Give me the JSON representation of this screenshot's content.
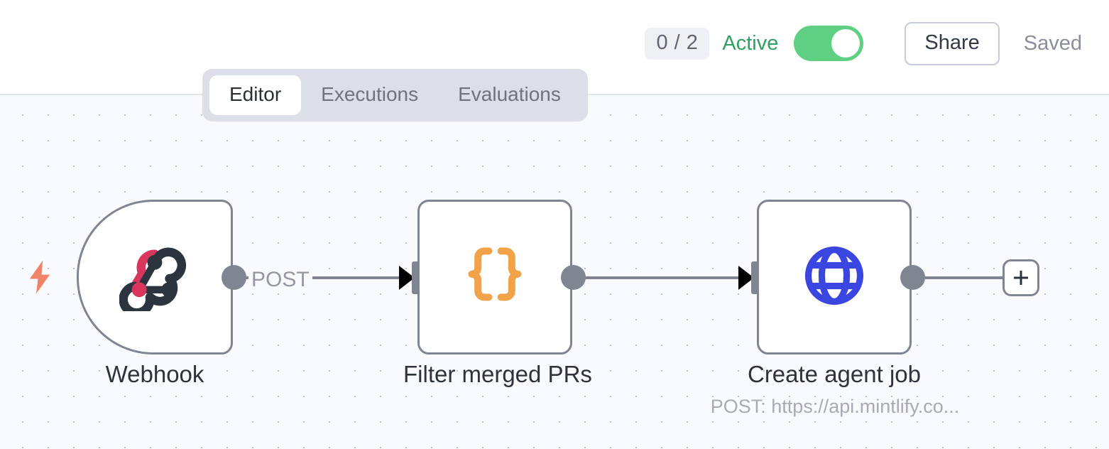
{
  "header": {
    "execution_count": "0 / 2",
    "active_label": "Active",
    "toggle_state": "on",
    "share_label": "Share",
    "saved_label": "Saved",
    "active_color": "#2fa05f",
    "toggle_color": "#5fd083"
  },
  "tabs": [
    {
      "label": "Editor",
      "active": true
    },
    {
      "label": "Executions",
      "active": false
    },
    {
      "label": "Evaluations",
      "active": false
    }
  ],
  "canvas": {
    "background": "#f8fafd",
    "dot_color": "#c3c7d1"
  },
  "nodes": [
    {
      "id": "webhook",
      "label": "Webhook",
      "sublabel": "",
      "icon": "webhook-icon",
      "type": "trigger",
      "icon_colors": {
        "primary": "#d9365e",
        "secondary": "#2c3440"
      }
    },
    {
      "id": "filter",
      "label": "Filter merged PRs",
      "sublabel": "",
      "icon": "code-braces-icon",
      "type": "standard",
      "icon_colors": {
        "primary": "#f2a34a"
      }
    },
    {
      "id": "http",
      "label": "Create agent job",
      "sublabel": "POST: https://api.mintlify.co...",
      "icon": "globe-icon",
      "type": "standard",
      "icon_colors": {
        "primary": "#3b45e0"
      }
    }
  ],
  "edges": [
    {
      "from": "webhook",
      "to": "filter",
      "label": "POST"
    },
    {
      "from": "filter",
      "to": "http",
      "label": ""
    }
  ],
  "add_node_button": {
    "label": "+"
  },
  "trigger_indicator": {
    "icon": "lightning-bolt-icon",
    "color": "#ef8469"
  }
}
